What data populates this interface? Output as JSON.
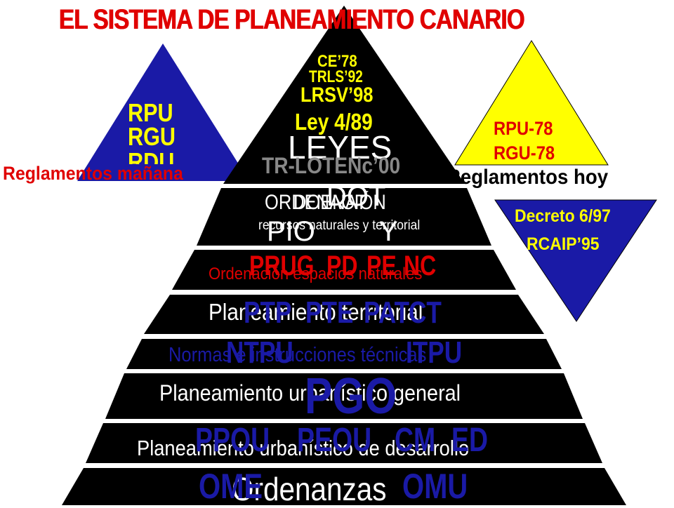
{
  "title": "EL SISTEMA DE PLANEAMIENTO CANARIO",
  "colors": {
    "title_red": "#e00000",
    "pyramid": "#000000",
    "tier_text": "#ffffff",
    "overlay_red": "#e00000",
    "overlay_blue": "#1a1aa6",
    "top_text_yellow": "#ffff00",
    "left_triangle_fill": "#1a1aa6",
    "right_triangle_fill": "#ffff00",
    "inverted_triangle_fill": "#1a1aa6"
  },
  "pyramid": {
    "apex": {
      "laws": [
        "CE’78",
        "TRLS’92",
        "LRSV’98",
        "Ley 4/89"
      ],
      "leyes": "LEYES",
      "trlotenc": "TR-LOTENc’00"
    },
    "tiers": [
      {
        "label": "ORDENACIÓN",
        "sublabel": "recursos naturales y territorial",
        "overlay": [
          "DOT",
          "PIO",
          "DOENAT"
        ],
        "overlay_extra": [
          "Y"
        ]
      },
      {
        "label": "Ordenación espacios naturales",
        "overlay": [
          "PRUG",
          "PD",
          "PE",
          "NC"
        ]
      },
      {
        "label": "Planeamiento territorial",
        "overlay": [
          "PTP",
          "PTE",
          "PAT",
          "CT"
        ]
      },
      {
        "label": "Normas e instrucciones técnicas",
        "overlay": [
          "NTPU",
          "ITPU"
        ]
      },
      {
        "label": "Planeamiento urbanístico general",
        "overlay": [
          "PGO"
        ]
      },
      {
        "label": "Planeamiento urbanístico de desarrollo",
        "overlay": [
          "PPOU",
          "PEOU",
          "CM",
          "ED"
        ]
      },
      {
        "label": "Ordenanzas",
        "overlay": [
          "OME",
          "OMU"
        ]
      }
    ]
  },
  "left_triangle": {
    "items": [
      "RPU",
      "RGU",
      "RDU"
    ],
    "caption": "Reglamentos mañana"
  },
  "right_triangle": {
    "items": [
      "RPU-78",
      "RGU-78"
    ],
    "caption": "Reglamentos hoy"
  },
  "inverted_triangle": {
    "items": [
      "Decreto 6/97",
      "RCAIP’95"
    ]
  }
}
